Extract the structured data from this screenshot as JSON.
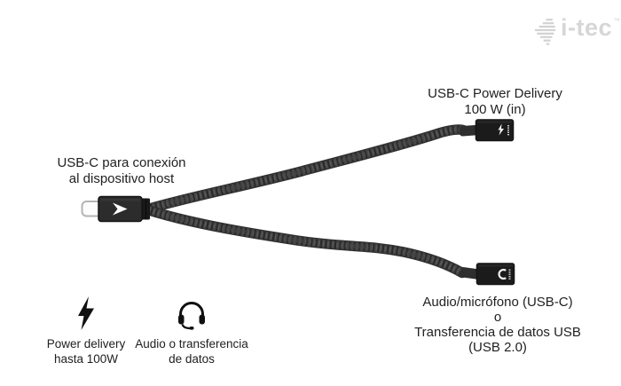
{
  "logo": {
    "name": "i-tec",
    "trademark": "™"
  },
  "annotations": {
    "power_connector": {
      "line1": "USB-C Power Delivery",
      "line2": "100 W (in)"
    },
    "host_connector": {
      "line1": "USB-C para conexión",
      "line2": "al dispositivo host"
    },
    "audio_connector": {
      "line1": "Audio/micrófono (USB-C)",
      "line2": "o",
      "line3": "Transferencia de datos USB",
      "line4": "(USB 2.0)"
    }
  },
  "features": [
    {
      "icon": "lightning-icon",
      "caption_line1": "Power delivery",
      "caption_line2": "hasta 100W"
    },
    {
      "icon": "headset-icon",
      "caption_line1": "Audio o transferencia",
      "caption_line2": "de datos"
    }
  ],
  "colors": {
    "background": "#ffffff",
    "text": "#212121",
    "cable": "#454545",
    "cable_rim": "#2f2f2f",
    "connector_body": "#1b1b1b",
    "main_body": "#2c2c2c",
    "plug_metal": "#b3b3b3",
    "logo": "#d6d6d6"
  }
}
